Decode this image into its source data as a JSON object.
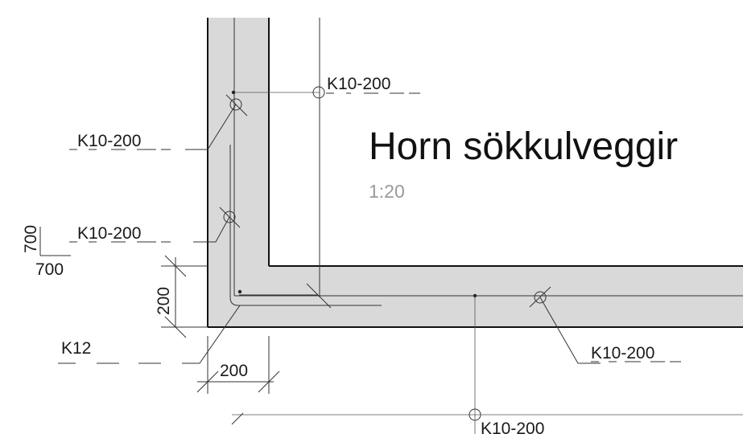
{
  "title": "Horn sökkulveggir",
  "scale": "1:20",
  "labels": {
    "k10_top": "K10-200",
    "k10_left_upper": "K10-200",
    "k10_left_lower": "K10-200",
    "k10_right": "K10-200",
    "k10_bottom": "K10-200",
    "k12": "K12"
  },
  "dimensions": {
    "d700_vertical": "700",
    "d700_horizontal": "700",
    "d200_vertical": "200",
    "d200_horizontal": "200"
  },
  "colors": {
    "wall_fill": "#d9d9d9",
    "wall_outline": "#111111",
    "scale_text": "#9a9a9a"
  }
}
